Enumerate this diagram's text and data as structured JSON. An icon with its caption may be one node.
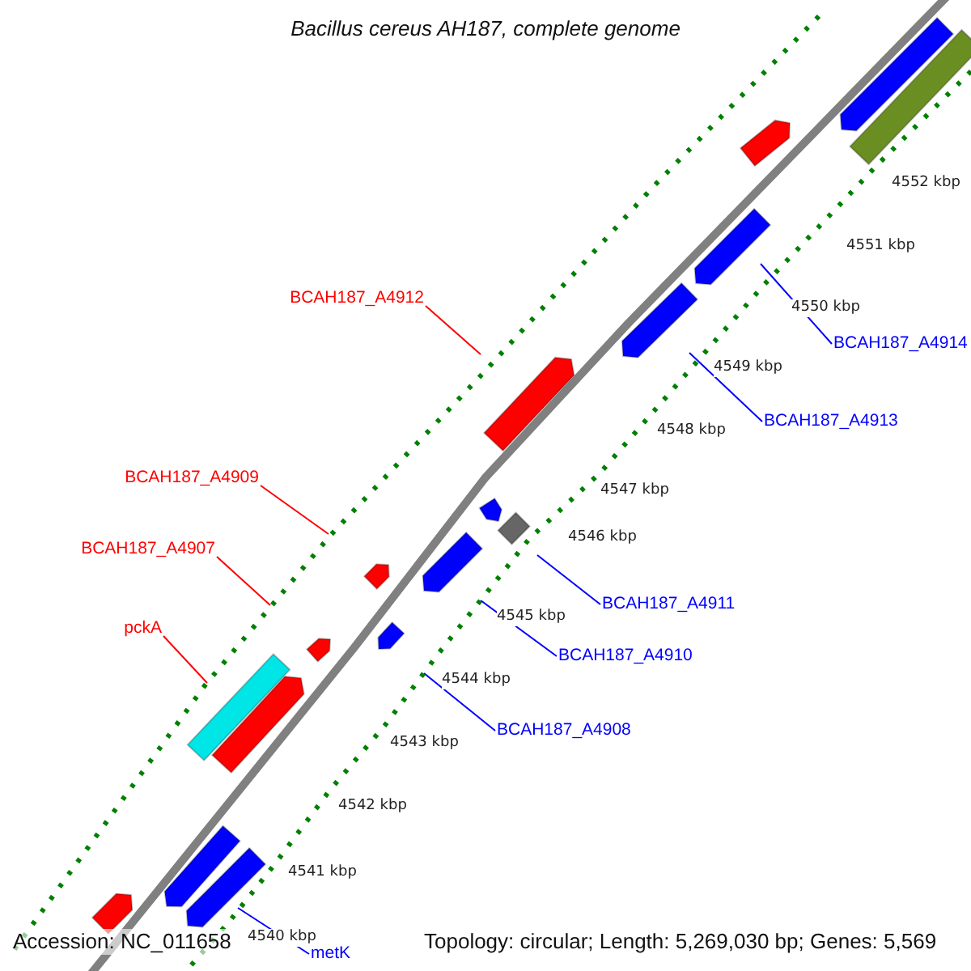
{
  "diagram": {
    "title": "Bacillus cereus AH187, complete genome",
    "nodes": [
      {
        "text": [
          "BCAH187_A4912"
        ]
      },
      {
        "text": [
          "BCAH187_A4914"
        ]
      },
      {
        "text": [
          "BCAH187_A4913"
        ]
      },
      {
        "text": [
          "BCAH187_A4909"
        ]
      },
      {
        "text": [
          "BCAH187_A4907"
        ]
      },
      {
        "text": [
          "BCAH187_A4911"
        ]
      },
      {
        "text": [
          "pckA"
        ]
      },
      {
        "text": [
          "BCAH187_A4910"
        ]
      },
      {
        "text": [
          "BCAH187_A4908"
        ]
      },
      {
        "text": [
          "metK"
        ]
      }
    ],
    "edges": [
      {
        "from": 0,
        "to": null,
        "arrow": "none",
        "color": "#ff0000"
      },
      {
        "from": 1,
        "to": null,
        "arrow": "none"
      },
      {
        "from": 2,
        "to": null,
        "arrow": "none"
      },
      {
        "from": 3,
        "to": null,
        "arrow": "none",
        "color": "#ff0000"
      },
      {
        "from": 4,
        "to": null,
        "arrow": "none",
        "color": "#ff0000"
      },
      {
        "from": 5,
        "to": null,
        "arrow": "none"
      },
      {
        "from": 6,
        "to": null,
        "arrow": "none",
        "color": "#ff0000"
      },
      {
        "from": 7,
        "to": null,
        "arrow": "none"
      },
      {
        "from": 8,
        "to": null,
        "arrow": "none"
      },
      {
        "from": 9,
        "to": null,
        "arrow": "none"
      }
    ],
    "labels": [
      "4552 kbp",
      "4551 kbp",
      "4550 kbp",
      "4549 kbp",
      "4548 kbp",
      "4547 kbp",
      "4546 kbp",
      "4545 kbp",
      "4544 kbp",
      "4543 kbp",
      "4542 kbp",
      "4541 kbp",
      "4540 kbp",
      "Accession: NC_011658",
      "Topology: circular; Length: 5,269,030 bp; Genes: 5,569"
    ]
  }
}
